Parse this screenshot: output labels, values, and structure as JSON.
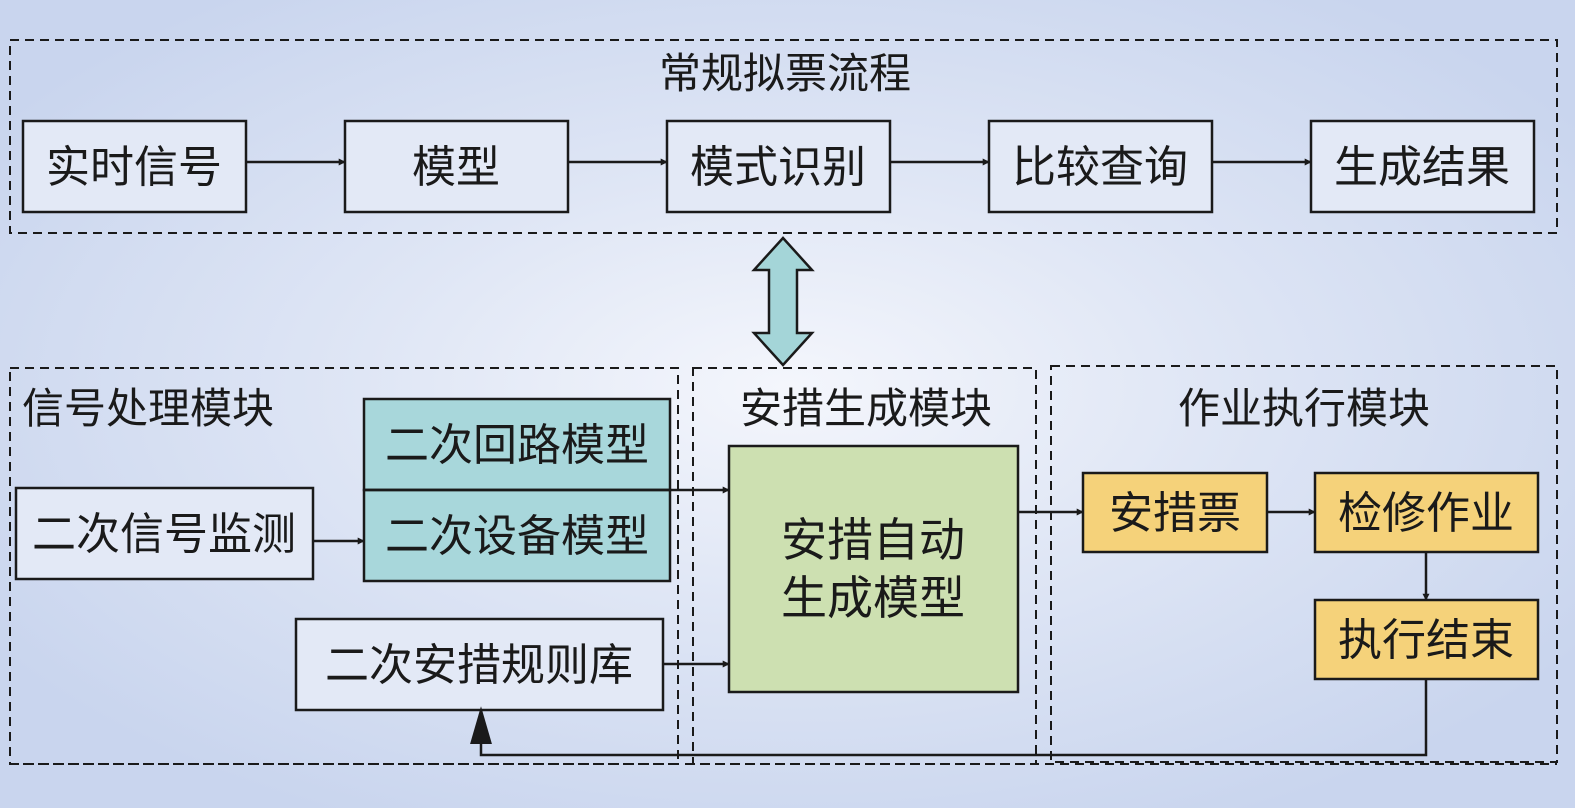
{
  "top": {
    "title": "常规拟票流程",
    "steps": [
      "实时信号",
      "模型",
      "模式识别",
      "比较查询",
      "生成结果"
    ]
  },
  "signal_module": {
    "title": "信号处理模块",
    "monitor": "二次信号监测",
    "loop_model": "二次回路模型",
    "device_model": "二次设备模型",
    "rule_lib": "二次安措规则库"
  },
  "gen_module": {
    "title": "安措生成模块",
    "auto_line1": "安措自动",
    "auto_line2": "生成模型"
  },
  "exec_module": {
    "title": "作业执行模块",
    "ticket": "安措票",
    "maintenance": "检修作业",
    "finish": "执行结束"
  },
  "colors": {
    "teal": "#a8d7db",
    "green": "#cde0b1",
    "yellow": "#f5d27a",
    "plain": "#e3e9f6",
    "double_arrow": "#a4d5d8"
  }
}
